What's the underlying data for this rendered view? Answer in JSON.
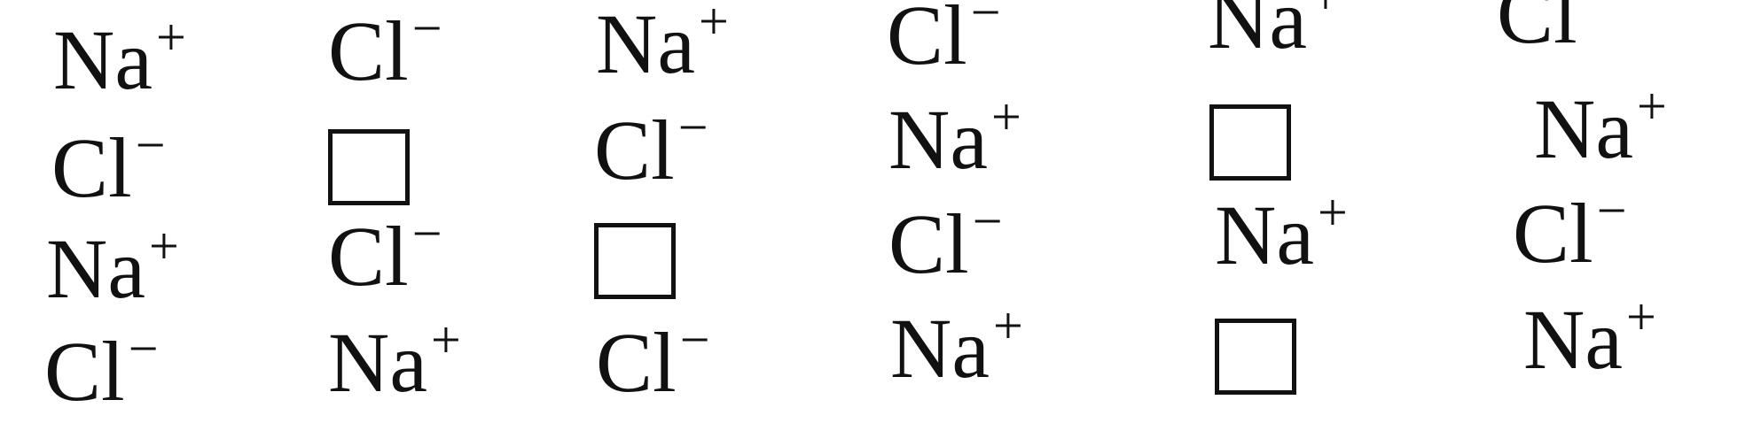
{
  "lattice": {
    "rows": [
      {
        "cells": [
          {
            "kind": "ion",
            "symbol": "Na",
            "charge": "+"
          },
          {
            "kind": "ion",
            "symbol": "Cl",
            "charge": "−"
          },
          {
            "kind": "ion",
            "symbol": "Na",
            "charge": "+"
          },
          {
            "kind": "ion",
            "symbol": "Cl",
            "charge": "−"
          },
          {
            "kind": "ion",
            "symbol": "Na",
            "charge": "+"
          },
          {
            "kind": "ion",
            "symbol": "Cl",
            "charge": "−"
          }
        ]
      },
      {
        "cells": [
          {
            "kind": "ion",
            "symbol": "Cl",
            "charge": "−"
          },
          {
            "kind": "vacancy"
          },
          {
            "kind": "ion",
            "symbol": "Cl",
            "charge": "−"
          },
          {
            "kind": "ion",
            "symbol": "Na",
            "charge": "+"
          },
          {
            "kind": "vacancy"
          },
          {
            "kind": "ion",
            "symbol": "Na",
            "charge": "+"
          }
        ]
      },
      {
        "cells": [
          {
            "kind": "ion",
            "symbol": "Na",
            "charge": "+"
          },
          {
            "kind": "ion",
            "symbol": "Cl",
            "charge": "−"
          },
          {
            "kind": "vacancy"
          },
          {
            "kind": "ion",
            "symbol": "Cl",
            "charge": "−"
          },
          {
            "kind": "ion",
            "symbol": "Na",
            "charge": "+"
          },
          {
            "kind": "ion",
            "symbol": "Cl",
            "charge": "−"
          }
        ]
      },
      {
        "cells": [
          {
            "kind": "ion",
            "symbol": "Cl",
            "charge": "−"
          },
          {
            "kind": "ion",
            "symbol": "Na",
            "charge": "+"
          },
          {
            "kind": "ion",
            "symbol": "Cl",
            "charge": "−"
          },
          {
            "kind": "ion",
            "symbol": "Na",
            "charge": "+"
          },
          {
            "kind": "vacancy"
          },
          {
            "kind": "ion",
            "symbol": "Na",
            "charge": "+"
          }
        ]
      }
    ]
  }
}
